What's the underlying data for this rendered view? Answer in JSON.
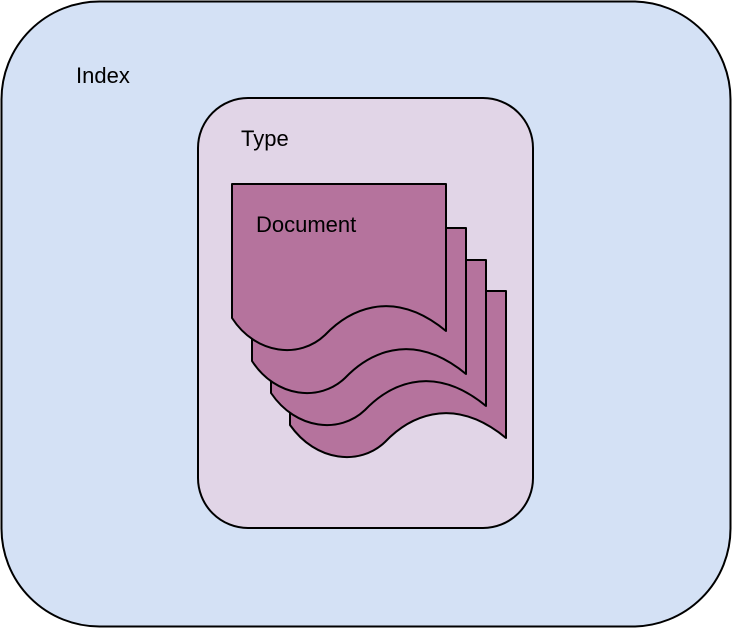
{
  "diagram": {
    "index_label": "Index",
    "type_label": "Type",
    "document_label": "Document"
  },
  "colors": {
    "index_fill": "#d4e1f5",
    "type_fill": "#e1d5e7",
    "document_fill": "#b5739d",
    "stroke": "#000000"
  }
}
